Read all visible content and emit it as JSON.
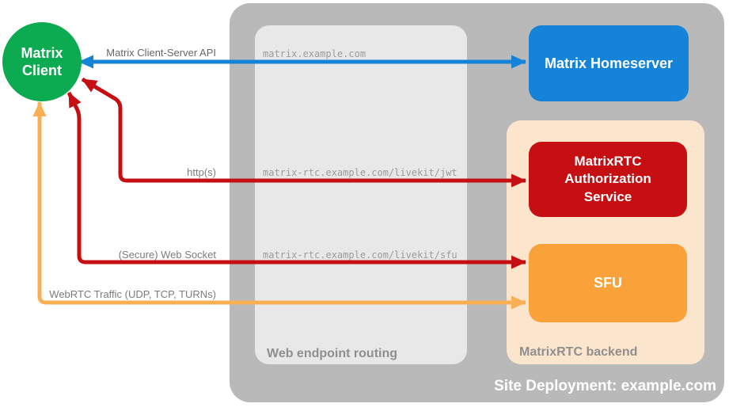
{
  "diagram": {
    "client": {
      "label": "Matrix Client"
    },
    "nodes": {
      "homeserver": {
        "label": "Matrix Homeserver",
        "color": "#1583d7"
      },
      "auth_service": {
        "label": "MatrixRTC Authorization Service",
        "color": "#c60f12"
      },
      "sfu": {
        "label": "SFU",
        "color": "#f9a23a"
      }
    },
    "containers": {
      "site": {
        "label": "Site Deployment: example.com",
        "color": "#b9b9b9"
      },
      "routing": {
        "label": "Web endpoint routing",
        "color": "#e8e8e8"
      },
      "backend": {
        "label": "MatrixRTC backend",
        "color": "#fbe5cd"
      }
    },
    "routes": {
      "homeserver": "matrix.example.com",
      "jwt": "matrix-rtc.example.com/livekit/jwt",
      "sfu": "matrix-rtc.example.com/livekit/sfu"
    },
    "arrows": {
      "client_server_api": {
        "label": "Matrix Client-Server API",
        "color": "#1583d7",
        "from": "Matrix Client",
        "to": "Matrix Homeserver"
      },
      "https": {
        "label": "http(s)",
        "color": "#c60f12",
        "from": "Matrix Client",
        "to": "MatrixRTC Authorization Service"
      },
      "websocket": {
        "label": "(Secure) Web Socket",
        "color": "#c60f12",
        "from": "Matrix Client",
        "to": "SFU"
      },
      "webrtc": {
        "label": "WebRTC Traffic (UDP, TCP, TURNs)",
        "color": "#f9b054",
        "from": "Matrix Client",
        "to": "SFU"
      }
    },
    "colors": {
      "client_green": "#0caa51",
      "blue": "#1583d7",
      "red": "#c60f12",
      "orange_box": "#f9a23a",
      "orange_arrow": "#f9b054",
      "backend_peach": "#fbe5cd",
      "outer_gray": "#b9b9b9",
      "routing_gray": "#e8e8e8"
    }
  }
}
